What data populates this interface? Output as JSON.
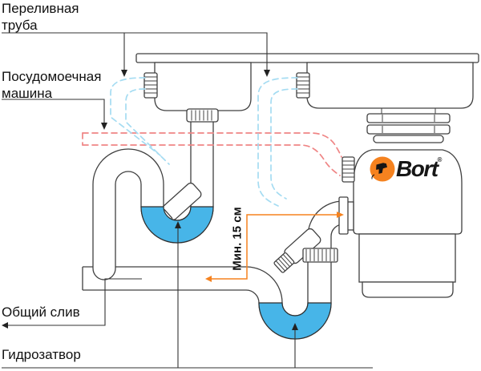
{
  "labels": {
    "overflow_pipe": "Переливная\nтруба",
    "dishwasher": "Посудомоечная\nмашина",
    "common_drain": "Общий слив",
    "water_trap": "Гидрозатвор",
    "min_height": "Мин. 15 см"
  },
  "brand": {
    "wordmark": "Bort",
    "mark": "®"
  },
  "icons": {
    "logo": "drill-icon"
  },
  "colors": {
    "water": "#47b5e8",
    "hose_overflow": "#a5dcf2",
    "hose_dishwasher": "#ef8585",
    "accent": "#f5821f",
    "line": "#404040",
    "text": "#111111"
  }
}
